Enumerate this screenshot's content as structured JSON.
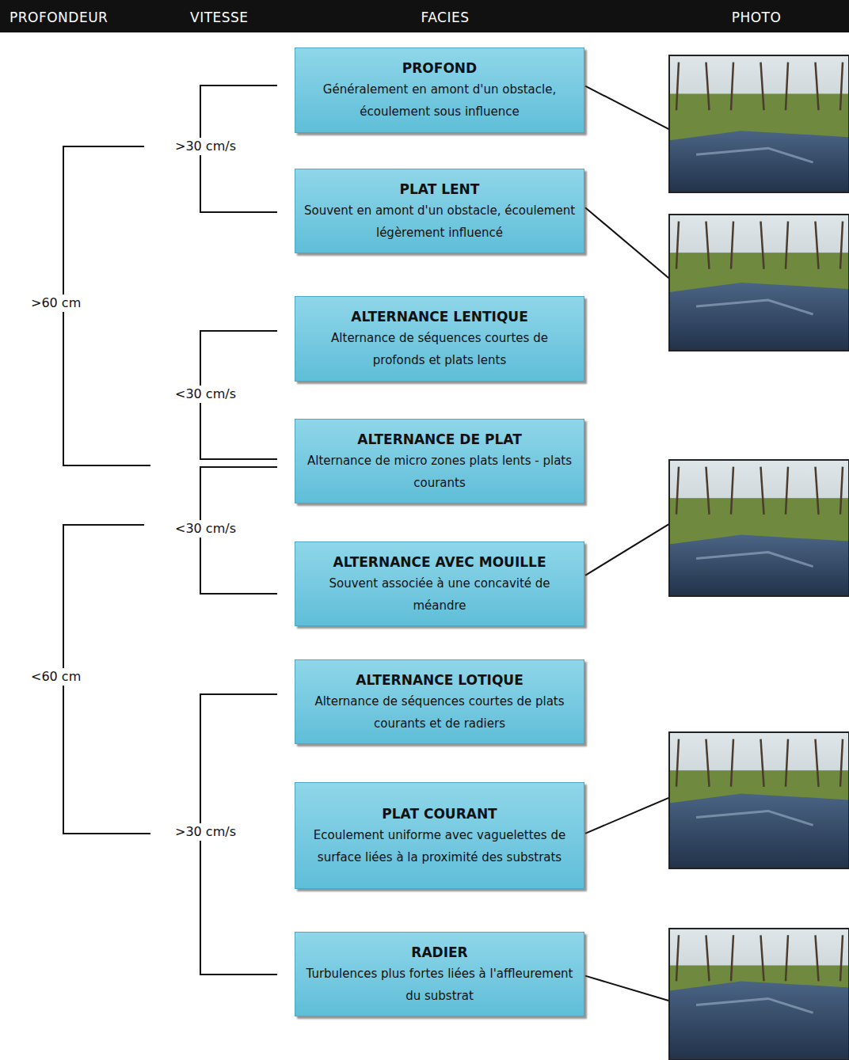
{
  "diagram": {
    "nodes": [
      {
        "text": [
          "PROFOND",
          "Généralement en amont d'un obstacle, écoulement sous influence"
        ]
      },
      {
        "text": [
          "PLAT LENT",
          "Souvent en amont d'un obstacle, écoulement légèrement influencé"
        ]
      },
      {
        "text": [
          "ALTERNANCE LENTIQUE",
          "Alternance de séquences courtes de profonds et plats lents"
        ]
      },
      {
        "text": [
          "ALTERNANCE DE PLAT",
          "Alternance de micro zones plats lents - plats courants"
        ]
      },
      {
        "text": [
          "ALTERNANCE AVEC MOUILLE",
          "Souvent associée à une concavité de méandre"
        ]
      },
      {
        "text": [
          "ALTERNANCE LOTIQUE",
          "Alternance de séquences courtes de plats courants et de radiers"
        ]
      },
      {
        "text": [
          "PLAT COURANT",
          "Ecoulement uniforme avec vaguelettes de surface liées à la proximité des substrats"
        ]
      },
      {
        "text": [
          "RADIER",
          "Turbulences plus fortes liées à l'affleurement du substrat"
        ]
      }
    ],
    "labels": [
      "PROFONDEUR",
      "VITESSE",
      "FACIES",
      "PHOTO",
      ">30 cm/s",
      ">60 cm",
      "<30 cm/s",
      "<30 cm/s",
      "<60 cm",
      ">30 cm/s"
    ]
  }
}
